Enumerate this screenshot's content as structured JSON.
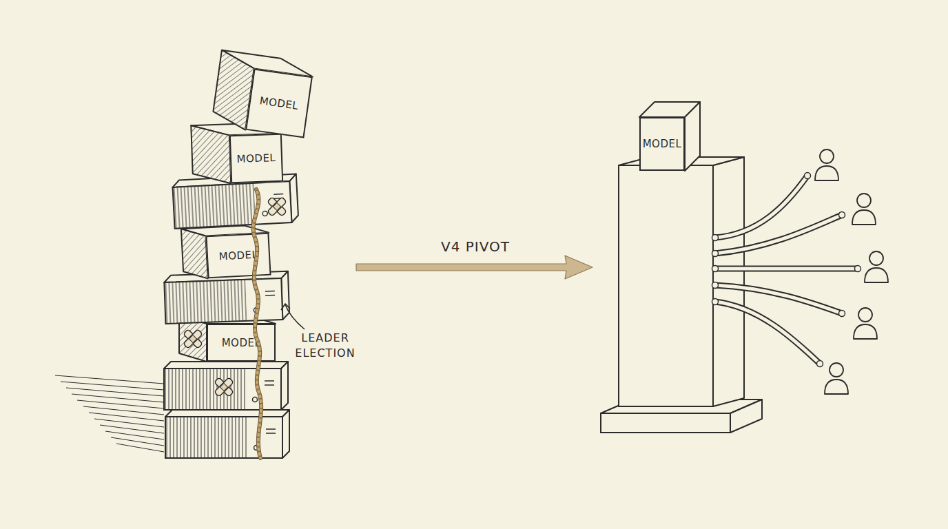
{
  "diagram": {
    "nodes": [
      {
        "text": [
          "MODEL"
        ]
      },
      {
        "text": [
          "MODEL"
        ]
      },
      {
        "text": [
          "MODEL"
        ]
      },
      {
        "text": [
          "MODEL"
        ]
      },
      {
        "text": [
          "MODEL"
        ]
      }
    ],
    "labels": [
      "V4 PIVOT",
      "LEADER ELECTION"
    ]
  }
}
